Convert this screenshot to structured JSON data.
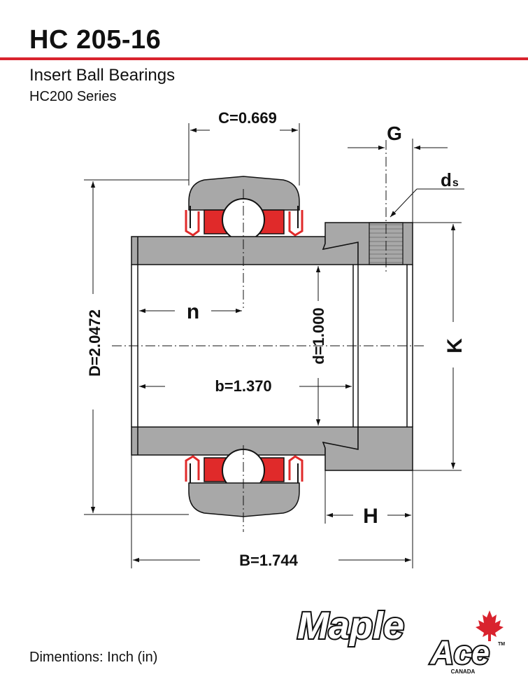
{
  "header": {
    "title": "HC 205-16",
    "subtitle": "Insert Ball Bearings",
    "series": "HC200 Series"
  },
  "dimensions": {
    "C": "C=0.669",
    "G": "G",
    "ds_main": "d",
    "ds_sub": "s",
    "D": "D=2.0472",
    "n": "n",
    "b": "b=1.370",
    "d": "d=1.000",
    "K": "K",
    "H": "H",
    "B": "B=1.744"
  },
  "footer": {
    "units_note": "Dimentions: Inch (in)"
  },
  "logo": {
    "line1": "Maple",
    "line2": "Ace",
    "country": "CANADA",
    "tm": "TM"
  },
  "colors": {
    "accent_red": "#d9232e",
    "seal_red": "#e02a2a",
    "steel_gray": "#a8a8a8"
  }
}
